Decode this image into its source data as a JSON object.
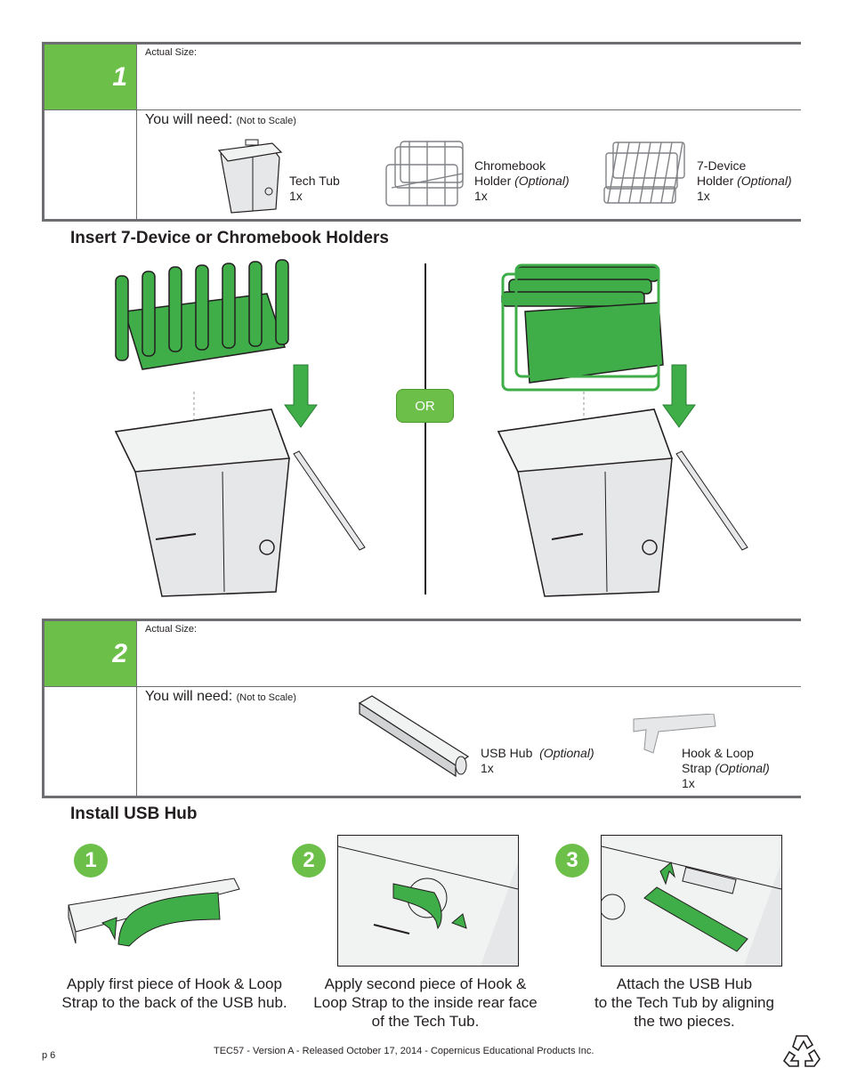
{
  "step1": {
    "number": "1",
    "actual_size_label": "Actual Size:",
    "you_will_need": "You will need:",
    "not_to_scale": "(Not to Scale)",
    "items": [
      {
        "name": "Tech Tub",
        "optional": "",
        "qty": "1x"
      },
      {
        "name": "Chromebook",
        "name2": "Holder",
        "optional": "(Optional)",
        "qty": "1x"
      },
      {
        "name": "7-Device",
        "name2": "Holder",
        "optional": "(Optional)",
        "qty": "1x"
      }
    ]
  },
  "section1_heading": "Insert 7-Device or Chromebook Holders",
  "or_label": "OR",
  "step2": {
    "number": "2",
    "actual_size_label": "Actual Size:",
    "you_will_need": "You will need:",
    "not_to_scale": "(Not to Scale)",
    "items": [
      {
        "name": "USB Hub",
        "optional": "(Optional)",
        "qty": "1x"
      },
      {
        "name": "Hook & Loop",
        "name2": "Strap",
        "optional": "(Optional)",
        "qty": "1x"
      }
    ]
  },
  "section2_heading": "Install USB Hub",
  "substeps": [
    {
      "number": "1",
      "caption_lines": [
        "Apply first piece of Hook & Loop",
        "Strap to the back of the USB hub."
      ]
    },
    {
      "number": "2",
      "caption_lines": [
        "Apply second piece of Hook &",
        "Loop Strap to the inside rear face",
        "of the Tech Tub."
      ]
    },
    {
      "number": "3",
      "caption_lines": [
        "Attach the USB Hub",
        "to the Tech Tub by aligning",
        "the two pieces."
      ]
    }
  ],
  "footer": {
    "page": "p 6",
    "text": "TEC57  - Version A - Released October 17, 2014 - Copernicus Educational Products Inc.",
    "icon": "recycle-icon"
  },
  "colors": {
    "accent": "#6cc04a",
    "border": "#6d6e71"
  }
}
